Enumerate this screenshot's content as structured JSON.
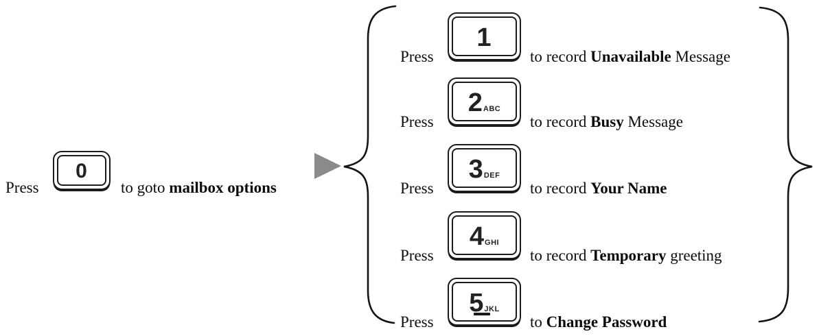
{
  "colors": {
    "ink": "#0d0d0d",
    "arrow": "#8a8a8a"
  },
  "icons": {
    "arrow": "right-triangle-arrow",
    "left_brace": "opening-curly-brace",
    "right_brace": "closing-curly-brace"
  },
  "left": {
    "press": "Press",
    "key": {
      "digit": "0",
      "letters": ""
    },
    "caption": {
      "prefix": "to goto ",
      "bold": "mailbox options",
      "suffix": ""
    }
  },
  "rows": [
    {
      "press": "Press",
      "key": {
        "digit": "1",
        "letters": ""
      },
      "caption": {
        "prefix": "to record ",
        "bold": "Unavailable",
        "suffix": " Message"
      }
    },
    {
      "press": "Press",
      "key": {
        "digit": "2",
        "letters": "ABC"
      },
      "caption": {
        "prefix": "to record ",
        "bold": "Busy",
        "suffix": " Message"
      }
    },
    {
      "press": "Press",
      "key": {
        "digit": "3",
        "letters": "DEF"
      },
      "caption": {
        "prefix": "to record ",
        "bold": "Your Name",
        "suffix": ""
      }
    },
    {
      "press": "Press",
      "key": {
        "digit": "4",
        "letters": "GHI"
      },
      "caption": {
        "prefix": "to record ",
        "bold": "Temporary",
        "suffix": " greeting"
      }
    },
    {
      "press": "Press",
      "key": {
        "digit": "5",
        "letters": "JKL"
      },
      "caption": {
        "prefix": "to ",
        "bold": "Change Password",
        "suffix": ""
      }
    }
  ]
}
